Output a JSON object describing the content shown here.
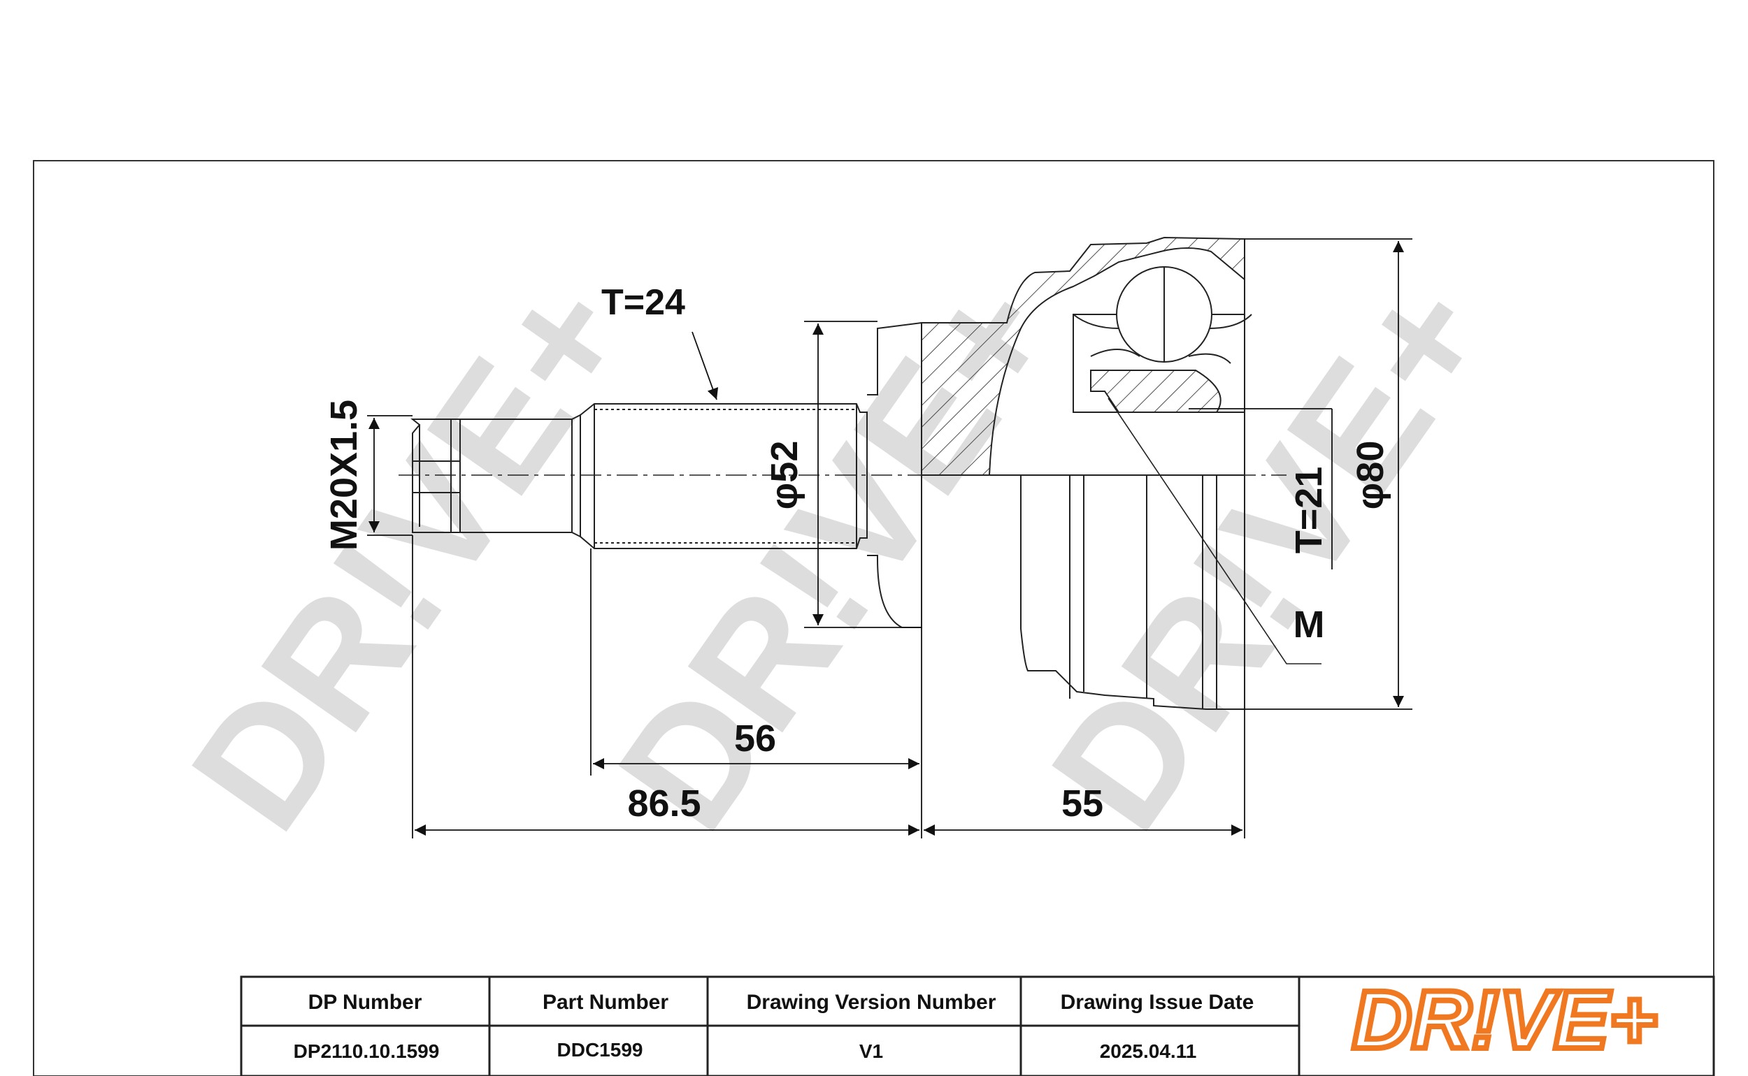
{
  "watermark": {
    "text": "DR!VE+"
  },
  "dimensions": {
    "thread_length": "T=24",
    "thread_spec": "M20X1.5",
    "shaft_diameter": "φ52",
    "inner_teeth": "T=21",
    "outer_diameter": "φ80",
    "marker": "M",
    "length_56": "56",
    "length_86_5": "86.5",
    "length_55": "55"
  },
  "title_block": {
    "headers": [
      "DP Number",
      "Part Number",
      "Drawing Version Number",
      "Drawing Issue Date"
    ],
    "values": [
      "DP2110.10.1599",
      "DDC1599",
      "V1",
      "2025.04.11"
    ]
  },
  "logo": {
    "text": "DR!VE+",
    "color": "#f07820"
  }
}
